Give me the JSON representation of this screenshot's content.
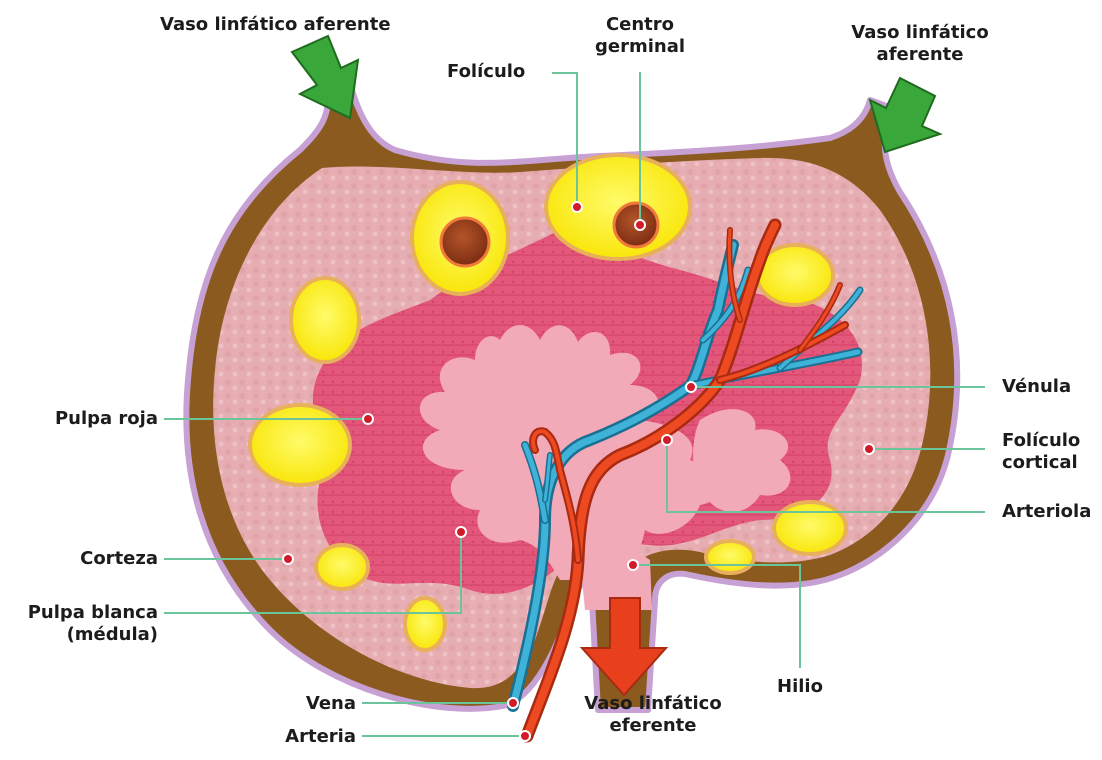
{
  "labels": {
    "afferent_left": "Vaso linfático aferente",
    "afferent_right_line1": "Vaso linfático",
    "afferent_right_line2": "aferente",
    "germinal_line1": "Centro",
    "germinal_line2": "germinal",
    "follicle": "Folículo",
    "red_pulp": "Pulpa roja",
    "cortex": "Corteza",
    "white_pulp_line1": "Pulpa blanca",
    "white_pulp_line2": "(médula)",
    "vein": "Vena",
    "artery": "Arteria",
    "efferent_line1": "Vaso linfático",
    "efferent_line2": "eferente",
    "hilum": "Hilio",
    "venule": "Vénula",
    "cortical_follicle_line1": "Folículo",
    "cortical_follicle_line2": "cortical",
    "arteriole": "Arteriola"
  },
  "colors": {
    "capsule": "#8a5a1e",
    "capsule_outline": "#c7a0d4",
    "cortex_fill": "#e9b4b8",
    "red_pulp": "#e05a7c",
    "white_pulp": "#f2a9b8",
    "follicle": "#fdf21a",
    "germinal_center": "#9a3a1c",
    "vein": "#2f9bc4",
    "artery": "#e8401c",
    "arrow_afferent": "#3aa73a",
    "arrow_efferent": "#e8401c",
    "leader_line": "#6cc49a",
    "marker_dot": "#d11a2a"
  }
}
